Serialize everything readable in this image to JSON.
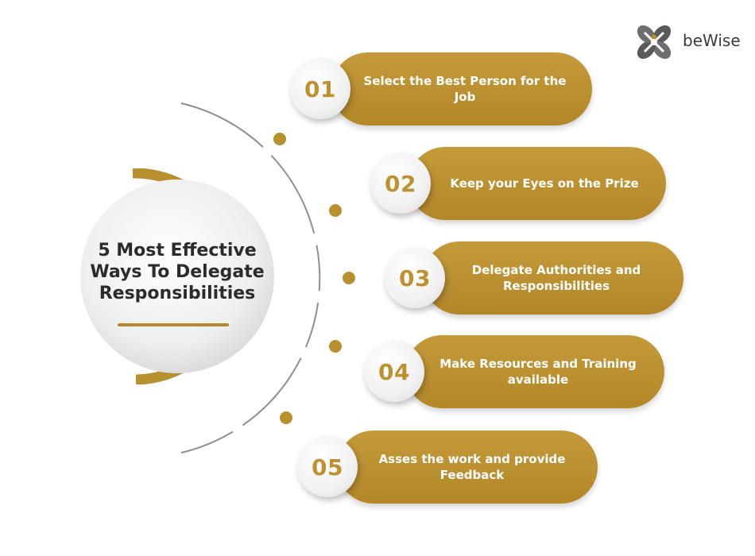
{
  "brand": {
    "name": "beWise"
  },
  "center": {
    "title": "5 Most Effective Ways To Delegate Responsibilities"
  },
  "steps": [
    {
      "number": "01",
      "text": "Select the Best Person for the Job"
    },
    {
      "number": "02",
      "text": "Keep your Eyes on the Prize"
    },
    {
      "number": "03",
      "text": "Delegate Authorities and Responsibilities"
    },
    {
      "number": "04",
      "text": "Make Resources and Training available"
    },
    {
      "number": "05",
      "text": "Asses the work and provide Feedback"
    }
  ],
  "colors": {
    "accent": "#b9902e",
    "text": "#2b2b2b",
    "arc": "#8a8a8a",
    "circle": "#f1f1f1"
  }
}
